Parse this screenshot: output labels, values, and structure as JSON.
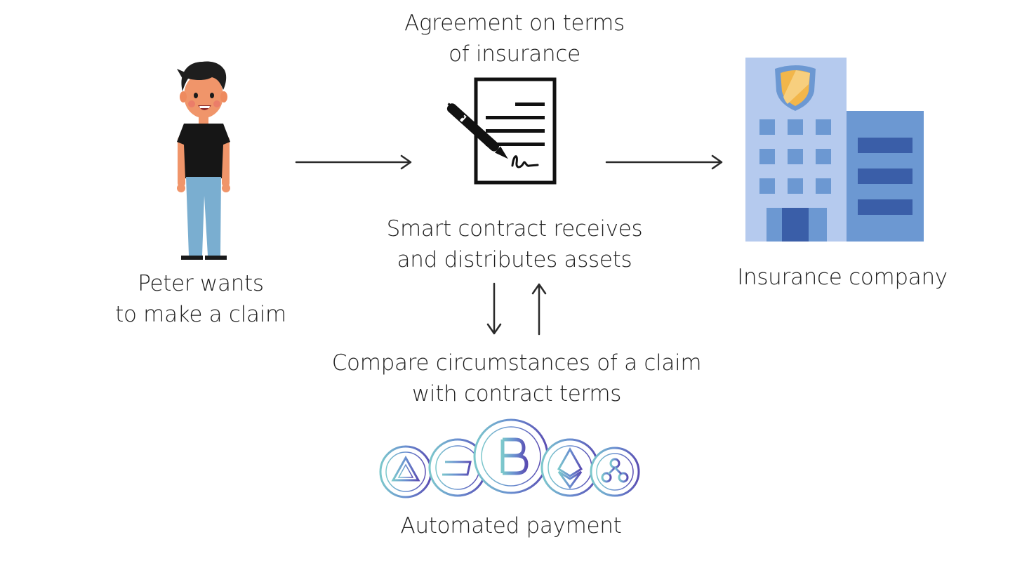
{
  "labels": {
    "agreement_line1": "Agreement on terms",
    "agreement_line2": "of insurance",
    "smart_line1": "Smart contract receives",
    "smart_line2": "and distributes assets",
    "compare_line1": "Compare circumstances of a claim",
    "compare_line2": "with contract terms",
    "payment": "Automated payment",
    "peter_line1": "Peter wants",
    "peter_line2": "to make a claim",
    "company": "Insurance company"
  },
  "icons": {
    "person": "person-icon",
    "contract": "signed-contract-icon",
    "building": "insurance-building-icon",
    "coins": "cryptocurrency-coins-icon"
  },
  "colors": {
    "arrow": "#2a2a2a",
    "building_light": "#b5caee",
    "building_mid": "#6c98d2",
    "building_dark": "#3a5ea8",
    "shield": "#f2b64a",
    "coin_teal": "#6fb6c4",
    "coin_violet": "#5a55b8"
  }
}
